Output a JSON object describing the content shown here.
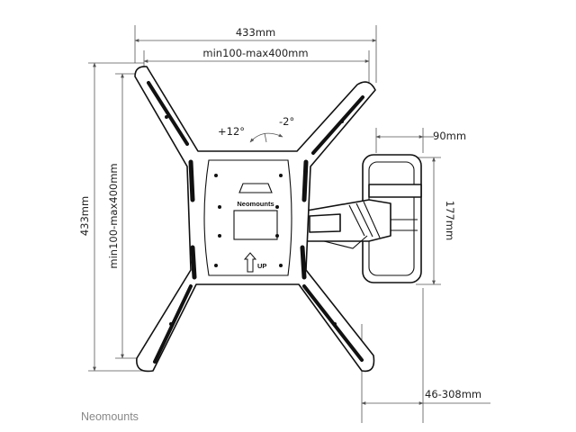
{
  "dimensions": {
    "top_total": "433mm",
    "top_vesa": "min100-max400mm",
    "left_total": "433mm",
    "left_vesa": "min100-max400mm",
    "tilt_plus": "+12°",
    "tilt_minus": "-2°",
    "wallplate_width": "90mm",
    "wallplate_height": "177mm",
    "depth_range": "46-308mm"
  },
  "plate": {
    "logo": "Neomounts",
    "up_label": "UP"
  },
  "footer": {
    "brand": "Neomounts"
  }
}
